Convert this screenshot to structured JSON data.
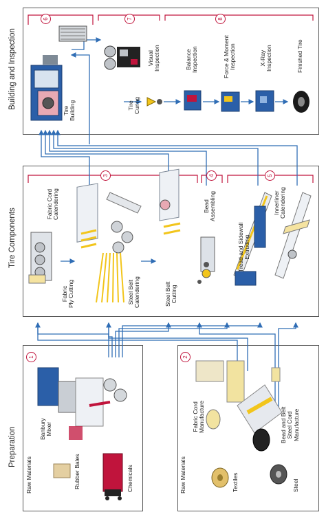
{
  "sections": {
    "building": "Building and Inspection",
    "components": "Tire Components",
    "preparation": "Preparation"
  },
  "steps": [
    "1",
    "2",
    "3",
    "4",
    "5",
    "6",
    "7",
    "8"
  ],
  "building": {
    "tire_building": [
      "Tire",
      "Building"
    ],
    "tire_curing": [
      "Tire",
      "Curing"
    ],
    "visual_inspection": [
      "Visual",
      "Inspection"
    ],
    "balance_inspection": [
      "Balance",
      "Inspection"
    ],
    "force_moment_inspection": [
      "Force & Moment",
      "Inspection"
    ],
    "xray_inspection": [
      "X-Ray",
      "Inspection"
    ],
    "finished_tire": "Finished Tire"
  },
  "components": {
    "fabric_cord_calendering": [
      "Fabric Cord",
      "Calendering"
    ],
    "fabric_ply_cutting": [
      "Fabric",
      "Ply Cutting"
    ],
    "steel_belt_calendering": [
      "Steel Belt",
      "Calendering"
    ],
    "steel_belt_cutting": [
      "Steel Belt",
      "Cutting"
    ],
    "bead_assembling": [
      "Bead",
      "Assembling"
    ],
    "tread_sidewall_extruding": [
      "Tread and Sidewall",
      "Extruding"
    ],
    "innerliner_calendering": [
      "Innerliner",
      "Calendering"
    ]
  },
  "preparation": {
    "banbury_mixer": [
      "Banbury",
      "Mixer"
    ],
    "raw_materials_1": "Raw Materials",
    "rubber_bales": "Rubber Bales",
    "chemicals": "Chemicals",
    "fabric_cord_manufacture": [
      "Fabric Cord",
      "Manufacture"
    ],
    "bead_steel_cord_manufacture": [
      "Bead and Belt",
      "Steel Cord",
      "Manufacture"
    ],
    "raw_materials_2": "Raw Materials",
    "textiles": "Textiles",
    "steel": "Steel"
  },
  "colors": {
    "flow_arrow": "#2f6db5",
    "step_accent": "#c0143c",
    "panel_border": "#555555",
    "machine_blue": "#2b5fa8",
    "rubber_gray": "#bfc3c8",
    "steel_yellow": "#f2c51b"
  }
}
